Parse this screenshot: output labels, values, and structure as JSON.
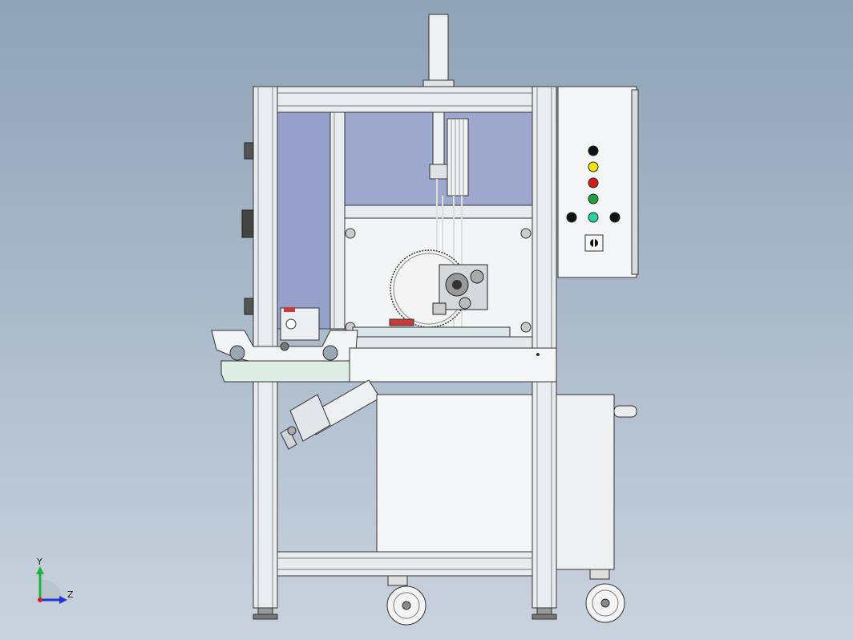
{
  "viewport": {
    "background_top": "#8fa2b6",
    "background_bottom": "#c9d3de"
  },
  "triad": {
    "y_label": "Y",
    "z_label": "Z",
    "y_color": "#1fb33a",
    "z_color": "#2236d8",
    "x_color": "#d42020"
  },
  "control_panel": {
    "lamps": [
      {
        "name": "black-lamp",
        "color": "#111111"
      },
      {
        "name": "yellow-lamp",
        "color": "#f2e400"
      },
      {
        "name": "red-lamp",
        "color": "#d41c1c"
      },
      {
        "name": "green-lamp",
        "color": "#1ea040"
      }
    ],
    "knob_row": [
      "#111111",
      "#2bd2a0",
      "#111111"
    ]
  },
  "colors": {
    "frame": "#e8ecef",
    "frame_edge": "#3a3a3a",
    "glass": "#9ea8cc",
    "panel": "#f3f5f7",
    "table_green": "#dfeee4",
    "blade": "#f4f4f4",
    "accent_red": "#c93a3a"
  }
}
